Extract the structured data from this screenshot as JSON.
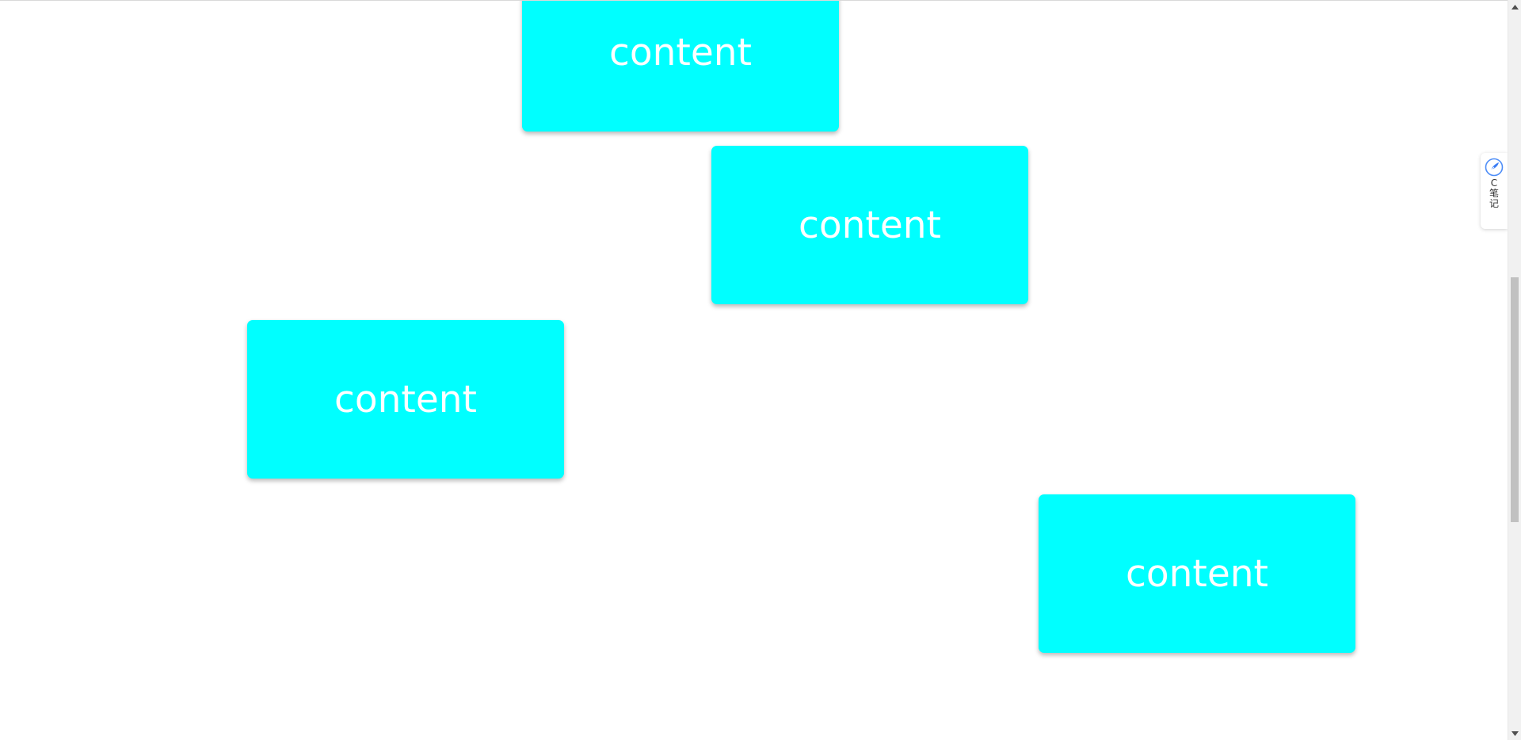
{
  "cards": [
    {
      "text": "content"
    },
    {
      "text": "content"
    },
    {
      "text": "content"
    },
    {
      "text": "content"
    }
  ],
  "colors": {
    "card_background": "#00ffff",
    "card_text": "#ffffff",
    "page_background": "#ffffff"
  },
  "side_widget": {
    "icon": "feather-pen-icon",
    "label": "C笔记"
  },
  "scrollbar": {
    "up_icon": "triangle-up-icon",
    "down_icon": "triangle-down-icon"
  }
}
